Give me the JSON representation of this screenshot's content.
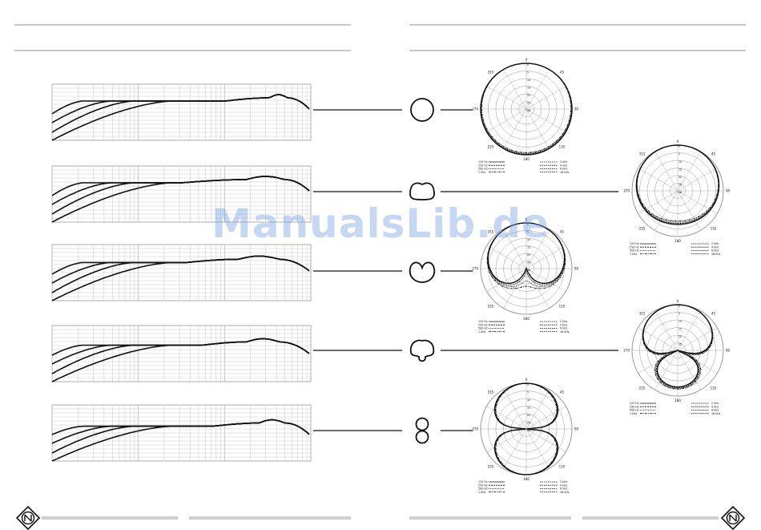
{
  "watermark": "ManualsLib.de",
  "colors": {
    "ink": "#111111",
    "grid": "#9a9a9a",
    "rule": "#c8c8c8",
    "watermark": "#78a0e1"
  },
  "frequency_charts": [
    {
      "pattern": "omni-icon"
    },
    {
      "pattern": "wide-cardioid-icon"
    },
    {
      "pattern": "cardioid-icon"
    },
    {
      "pattern": "hypercardioid-icon"
    },
    {
      "pattern": "figure-eight-icon"
    }
  ],
  "polar_charts": [
    {
      "pattern": "omni",
      "top_label": "0",
      "left_label": "270",
      "right_label": "90",
      "bottom_label": "180",
      "diag_labels": [
        "315",
        "45",
        "225",
        "135"
      ],
      "ring_labels": [
        "0",
        "5",
        "10",
        "15",
        "20",
        "25",
        "dB"
      ],
      "legend_left": [
        "125 Hz",
        "250 Hz",
        "500 Hz",
        "1 kHz"
      ],
      "legend_right": [
        "2 kHz",
        "4 kHz",
        "8 kHz",
        "16 kHz"
      ]
    },
    {
      "pattern": "wide-cardioid",
      "top_label": "0",
      "left_label": "270",
      "right_label": "90",
      "bottom_label": "180",
      "diag_labels": [
        "315",
        "45",
        "225",
        "135"
      ],
      "ring_labels": [
        "0",
        "5",
        "10",
        "15",
        "20",
        "25",
        "dB"
      ],
      "legend_left": [
        "125 Hz",
        "250 Hz",
        "500 Hz",
        "1 kHz"
      ],
      "legend_right": [
        "2 kHz",
        "4 kHz",
        "8 kHz",
        "16 kHz"
      ]
    },
    {
      "pattern": "cardioid",
      "top_label": "0",
      "left_label": "270",
      "right_label": "90",
      "bottom_label": "180",
      "diag_labels": [
        "315",
        "45",
        "225",
        "135"
      ],
      "ring_labels": [
        "0",
        "5",
        "10",
        "15",
        "20",
        "25",
        "dB"
      ],
      "legend_left": [
        "125 Hz",
        "250 Hz",
        "500 Hz",
        "1 kHz"
      ],
      "legend_right": [
        "2 kHz",
        "4 kHz",
        "8 kHz",
        "16 kHz"
      ]
    },
    {
      "pattern": "hypercardioid",
      "top_label": "0",
      "left_label": "270",
      "right_label": "90",
      "bottom_label": "180",
      "diag_labels": [
        "315",
        "45",
        "225",
        "135"
      ],
      "ring_labels": [
        "0",
        "5",
        "10",
        "15",
        "20",
        "25",
        "dB"
      ],
      "legend_left": [
        "125 Hz",
        "250 Hz",
        "500 Hz",
        "1 kHz"
      ],
      "legend_right": [
        "2 kHz",
        "4 kHz",
        "8 kHz",
        "16 kHz"
      ]
    },
    {
      "pattern": "figure-eight",
      "top_label": "0",
      "left_label": "270",
      "right_label": "90",
      "bottom_label": "180",
      "diag_labels": [
        "315",
        "45",
        "225",
        "135"
      ],
      "ring_labels": [
        "0",
        "5",
        "10",
        "15",
        "20",
        "25",
        "dB"
      ],
      "legend_left": [
        "125 Hz",
        "250 Hz",
        "500 Hz",
        "1 kHz"
      ],
      "legend_right": [
        "2 kHz",
        "4 kHz",
        "8 kHz",
        "16 kHz"
      ]
    }
  ]
}
